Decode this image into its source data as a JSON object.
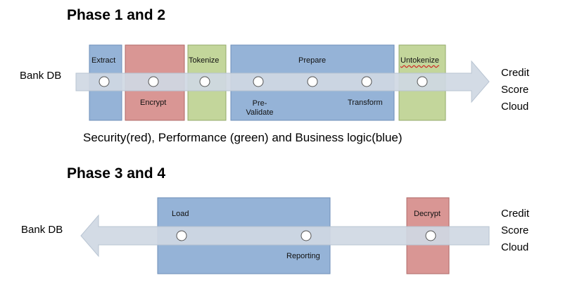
{
  "phase12": {
    "heading": "Phase 1 and 2",
    "source": "Bank DB",
    "destination": [
      "Credit",
      "Score",
      "Cloud"
    ],
    "stages": {
      "extract": "Extract",
      "encrypt": "Encrypt",
      "tokenize": "Tokenize",
      "prepare": "Prepare",
      "pre_validate": [
        "Pre-",
        "Validate"
      ],
      "transform": "Transform",
      "untokenize": "Untokenize"
    },
    "caption": "Security(red), Performance (green) and Business logic(blue)"
  },
  "phase34": {
    "heading": "Phase 3 and 4",
    "destination": "Bank DB",
    "source": [
      "Credit",
      "Score",
      "Cloud"
    ],
    "stages": {
      "load": "Load",
      "reporting": "Reporting",
      "decrypt": "Decrypt"
    }
  },
  "colors": {
    "security_red": "#d99694",
    "performance_green": "#c3d69b",
    "business_blue": "#95b3d7",
    "arrow_gray": "#cfd8e3"
  }
}
